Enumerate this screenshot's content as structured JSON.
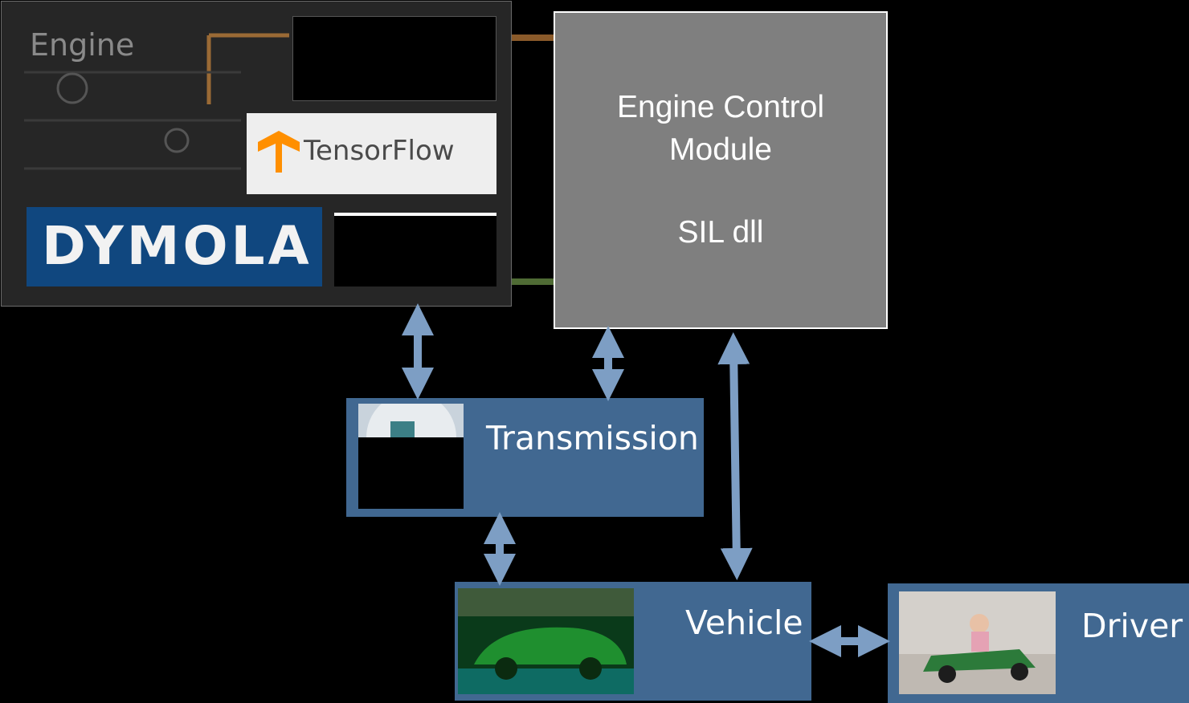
{
  "engine": {
    "title": "Engine",
    "dymola_label": "DYMOLA",
    "tensorflow_label": "TensorFlow"
  },
  "ecm": {
    "line1": "Engine Control",
    "line2": "Module",
    "line3": "SIL dll"
  },
  "transmission": {
    "label": "Transmission"
  },
  "vehicle": {
    "label": "Vehicle"
  },
  "driver": {
    "label": "Driver"
  },
  "colors": {
    "block": "#416891",
    "ecm": "#7f7f7f",
    "arrow": "#7d9ec4",
    "dymola": "#10477f",
    "tensorflow": "#ff8f00"
  }
}
